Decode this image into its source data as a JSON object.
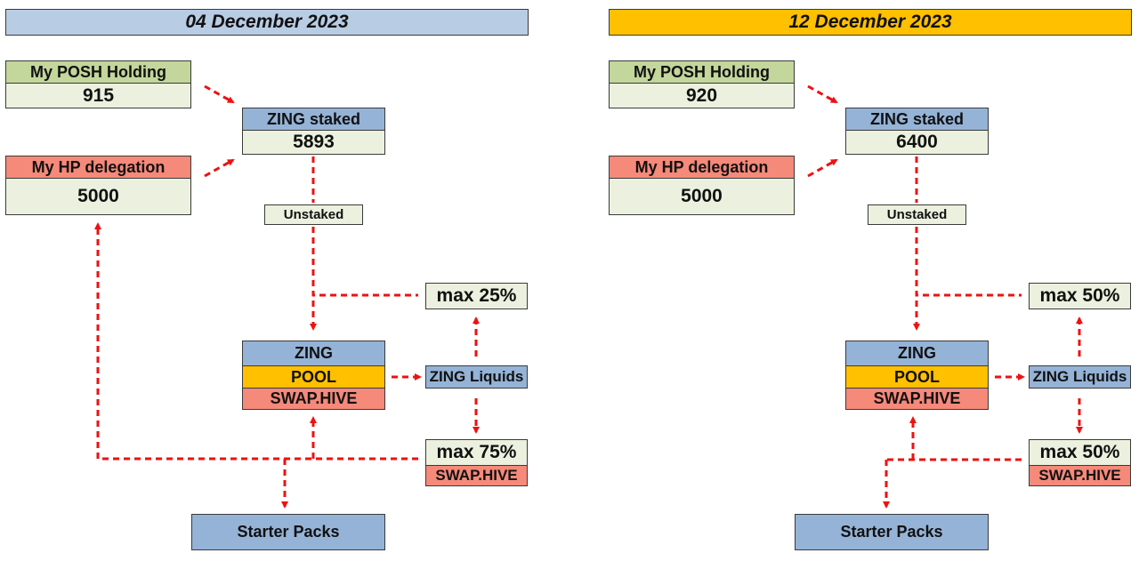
{
  "panels": [
    {
      "date": "04 December 2023",
      "date_color": "#b8cce4",
      "posh_label": "My POSH Holding",
      "posh_value": "915",
      "hp_label": "My HP delegation",
      "hp_value": "5000",
      "staked_label": "ZING staked",
      "staked_value": "5893",
      "unstaked_label": "Unstaked",
      "max_top": "max 25%",
      "pool_top": "ZING",
      "pool_mid": "POOL",
      "pool_bot": "SWAP.HIVE",
      "liquids": "ZING Liquids",
      "max_bottom": "max 75%",
      "max_bottom_sub": "SWAP.HIVE",
      "starter": "Starter Packs"
    },
    {
      "date": "12 December 2023",
      "date_color": "#ffc000",
      "posh_label": "My POSH Holding",
      "posh_value": "920",
      "hp_label": "My HP delegation",
      "hp_value": "5000",
      "staked_label": "ZING staked",
      "staked_value": "6400",
      "unstaked_label": "Unstaked",
      "max_top": "max 50%",
      "pool_top": "ZING",
      "pool_mid": "POOL",
      "pool_bot": "SWAP.HIVE",
      "liquids": "ZING Liquids",
      "max_bottom": "max 50%",
      "max_bottom_sub": "SWAP.HIVE",
      "starter": "Starter Packs"
    }
  ],
  "colors": {
    "arrow": "#ee1111",
    "holding_header": "#c3d69b",
    "delegation_header": "#f5897a",
    "staked_header": "#95b3d7",
    "value_fill": "#ebf1de"
  }
}
